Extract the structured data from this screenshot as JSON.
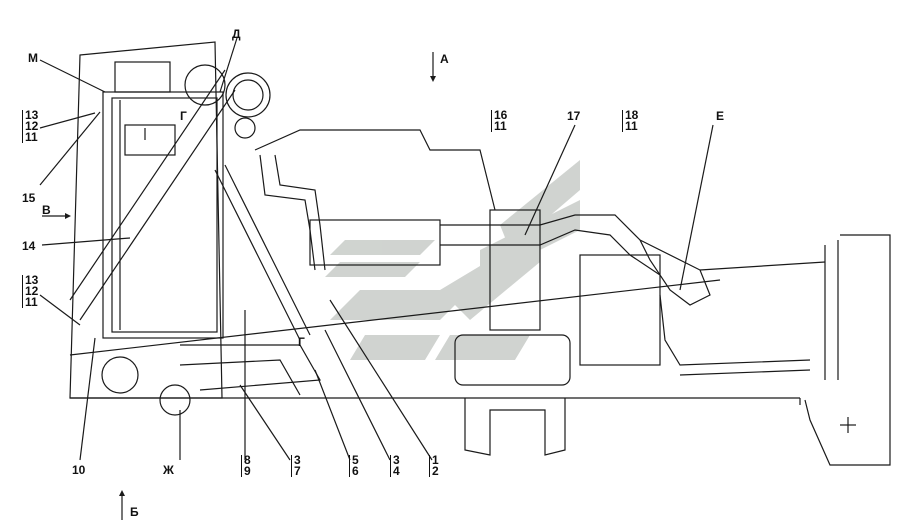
{
  "callouts": {
    "M": "М",
    "D": "Д",
    "A": "А",
    "E": "Е",
    "V": "В",
    "G_top": "Г",
    "G_bottom": "Г",
    "B": "Б",
    "Zh": "Ж",
    "n10": "10",
    "n14": "14",
    "n15": "15",
    "n17": "17"
  },
  "stacks": {
    "left_upper": [
      "13",
      "12",
      "11"
    ],
    "left_lower": [
      "13",
      "12",
      "11"
    ],
    "s16_11": [
      "16",
      "11"
    ],
    "s18_11": [
      "18",
      "11"
    ],
    "s8_9": [
      "8",
      "9"
    ],
    "s3_7": [
      "3",
      "7"
    ],
    "s5_6": [
      "5",
      "6"
    ],
    "s3_4": [
      "3",
      "4"
    ],
    "s1_2": [
      "1",
      "2"
    ]
  },
  "colors": {
    "line": "#1a1a1a",
    "watermark": "#c8ccc8",
    "watermark_dark": "#b8bcb8"
  }
}
